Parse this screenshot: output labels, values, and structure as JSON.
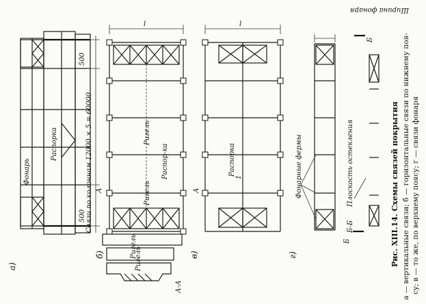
{
  "caption": {
    "title": "Рис. XIII.14. Схемы связей покрытия",
    "line1": "а — вертикальные связи; б — горизонтальные связи по нижнему поя-",
    "line2": "су; в — то же, по верхнему поясу; г — связи фонаря"
  },
  "panel_a": {
    "letter": "а)",
    "lantern": "Фонарь",
    "strut": "Распорка",
    "dim_left": "500",
    "dim_right": "500",
    "ties": "Связи по колоннам 12000 × 5 = 60000"
  },
  "panel_b": {
    "letter": "б)",
    "span": "l",
    "strut": "Распор-ка",
    "ridge1": "Ригель",
    "ridge2": "Ригель",
    "ridge3": "Ригель",
    "ridge4": "Ригель",
    "section_mark": "А",
    "section_mark2": "А",
    "section": "А-А"
  },
  "panel_v": {
    "letter": "в)",
    "span": "l",
    "strut": "Распорка",
    "strut2": "1"
  },
  "panel_g": {
    "letter": "г)",
    "lantern_width": "Ширина фонаря",
    "lantern_trusses": "Фонарные фермы",
    "glazing": "Плоскость остекления",
    "section": "Б-Б",
    "mark_b1": "Б",
    "mark_b2": "Б"
  }
}
